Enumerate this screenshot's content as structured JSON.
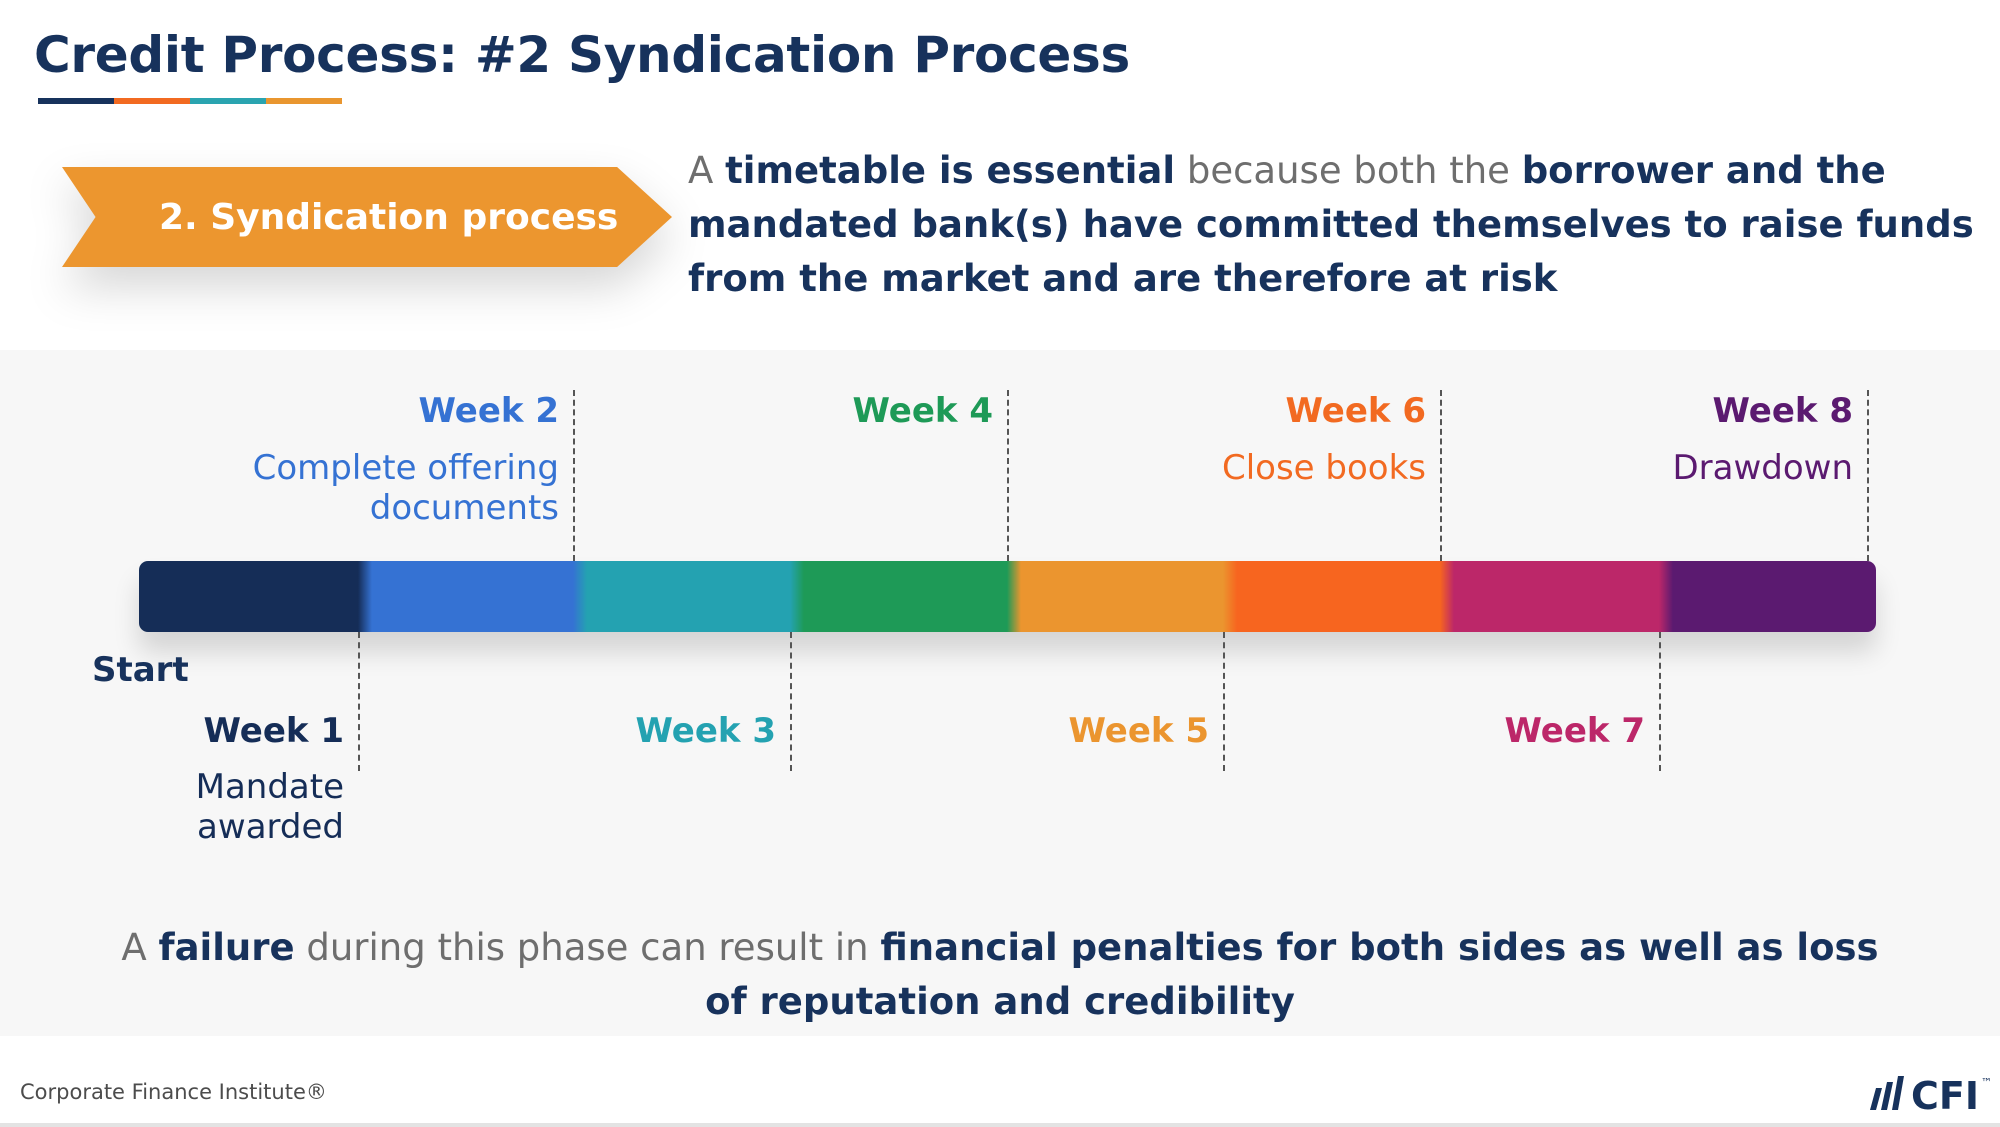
{
  "title": "Credit Process: #2 Syndication Process",
  "title_rule_colors": [
    "#17325c",
    "#f26a21",
    "#2aa4b0",
    "#e9962f"
  ],
  "arrow": {
    "label": "2. Syndication process",
    "color": "#ec962f"
  },
  "intro": {
    "p1": "A ",
    "b1": "timetable is essential",
    "p2": " because both the ",
    "b2": "borrower and the mandated bank(s) have committed themselves to raise funds from the market and are therefore at risk"
  },
  "timeline": {
    "start_label": "Start",
    "segment_colors": [
      "#152d57",
      "#3572d3",
      "#24a2b1",
      "#1e9a57",
      "#eb952f",
      "#f7651f",
      "#bc2769",
      "#5b1a70"
    ],
    "weeks": [
      {
        "label": "Week 1",
        "desc": "Mandate\nawarded",
        "color": "#152d57",
        "pos": "below"
      },
      {
        "label": "Week 2",
        "desc": "Complete offering\ndocuments",
        "color": "#3572d3",
        "pos": "above"
      },
      {
        "label": "Week 3",
        "desc": "",
        "color": "#24a2b1",
        "pos": "below"
      },
      {
        "label": "Week 4",
        "desc": "",
        "color": "#1e9a57",
        "pos": "above"
      },
      {
        "label": "Week 5",
        "desc": "",
        "color": "#eb952f",
        "pos": "below"
      },
      {
        "label": "Week 6",
        "desc": "Close books",
        "color": "#f26a21",
        "pos": "above"
      },
      {
        "label": "Week 7",
        "desc": "",
        "color": "#bc2769",
        "pos": "below"
      },
      {
        "label": "Week 8",
        "desc": "Drawdown",
        "color": "#5b1a70",
        "pos": "above"
      }
    ]
  },
  "footer": {
    "p1": "A ",
    "b1": "failure",
    "p2": " during this phase can result in ",
    "b2": "financial penalties for both sides as well as loss of reputation and credibility"
  },
  "copyright": "Corporate Finance Institute®",
  "logo": {
    "text": "CFI",
    "tm": "™",
    "icon": "cfi-slashes-icon"
  }
}
